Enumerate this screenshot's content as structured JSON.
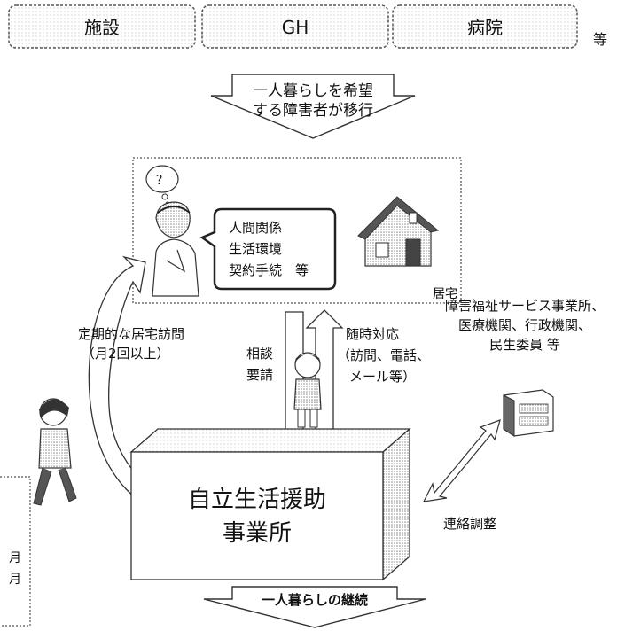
{
  "origins": [
    {
      "label": "施設"
    },
    {
      "label": "GH"
    },
    {
      "label": "病院"
    }
  ],
  "origins_suffix": "等",
  "transition_arrow": {
    "lines": [
      "一人暮らしを希望",
      "する障害者が移行"
    ]
  },
  "home_panel": {
    "speech_lines": [
      "人間関係",
      "生活環境",
      "契約手続　等"
    ],
    "label": "居宅",
    "thought_glyph": "？"
  },
  "regular_visit": {
    "lines": [
      "定期的な居宅訪問",
      "（月2回以上）"
    ]
  },
  "consult_request": {
    "lines": [
      "相談",
      "要請"
    ]
  },
  "ad_hoc_response": {
    "lines": [
      "随時対応",
      "（訪問、電話、",
      "メール等）"
    ]
  },
  "partners": {
    "lines": [
      "障害福祉サービス事業所、",
      "医療機関、行政機関、",
      "民生委員 等"
    ]
  },
  "coordination": {
    "label": "連絡調整"
  },
  "office": {
    "lines": [
      "自立生活援助",
      "事業所"
    ]
  },
  "continuation_arrow": {
    "label": "一人暮らしの継続"
  },
  "side_note": {
    "chars": [
      "月",
      "月"
    ]
  },
  "colors": {
    "dash_border": "#555555",
    "dot_fill": "#f2f2f2",
    "arrow_fill": "#ffffff",
    "dark": "#222222"
  }
}
